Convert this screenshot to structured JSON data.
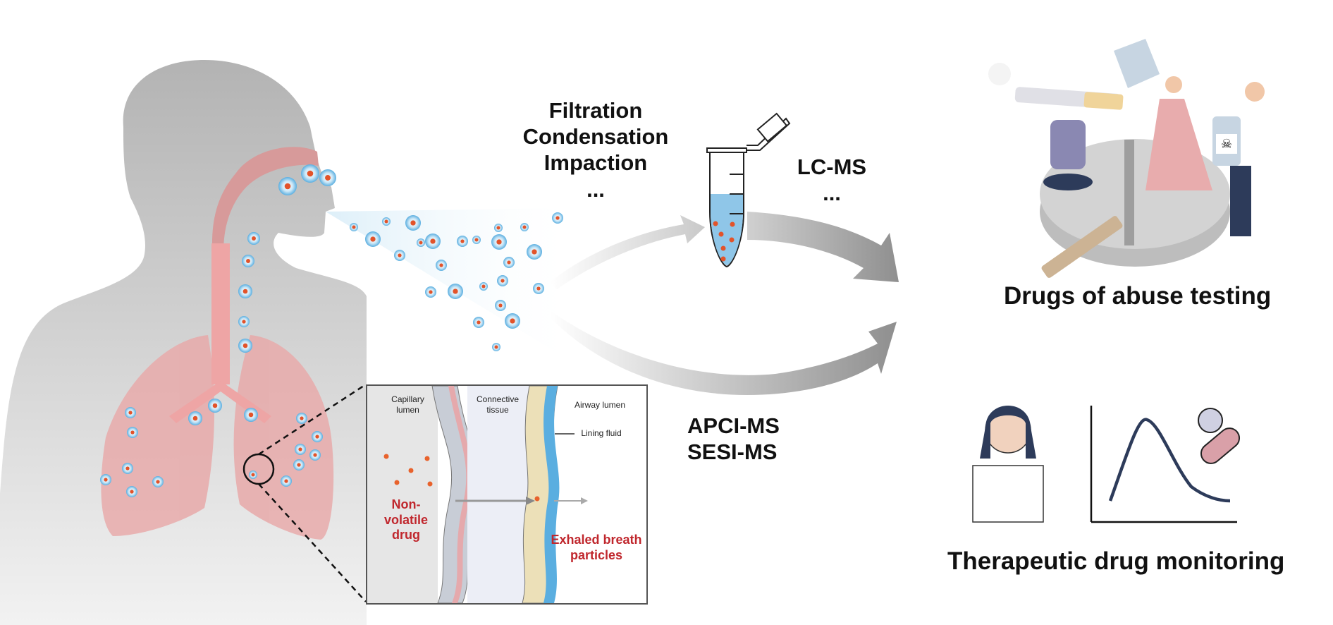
{
  "figure": {
    "collection_methods": [
      "Filtration",
      "Condensation",
      "Impaction",
      "..."
    ],
    "offline_method": {
      "label": "LC-MS",
      "more": "..."
    },
    "online_methods": [
      "APCI-MS",
      "SESI-MS"
    ],
    "inset": {
      "capillary_lumen": "Capillary lumen",
      "connective_tissue": "Connective tissue",
      "airway_lumen": "Airway lumen",
      "lining_fluid": "Lining fluid",
      "non_volatile_drug": "Non-volatile drug",
      "exhaled_particles": "Exhaled breath particles"
    },
    "applications": {
      "top": "Drugs of abuse testing",
      "bottom": "Therapeutic drug monitoring"
    },
    "colors": {
      "particle_outer": "#5aaee0",
      "particle_core": "#e2532a",
      "respiratory_tract": "#e7a2a2",
      "body": "#b5b5b5",
      "panel_bg": "#e8e8e8",
      "arrow_gray": "#9a9a9a",
      "inset_red_text": "#c0272d"
    }
  }
}
